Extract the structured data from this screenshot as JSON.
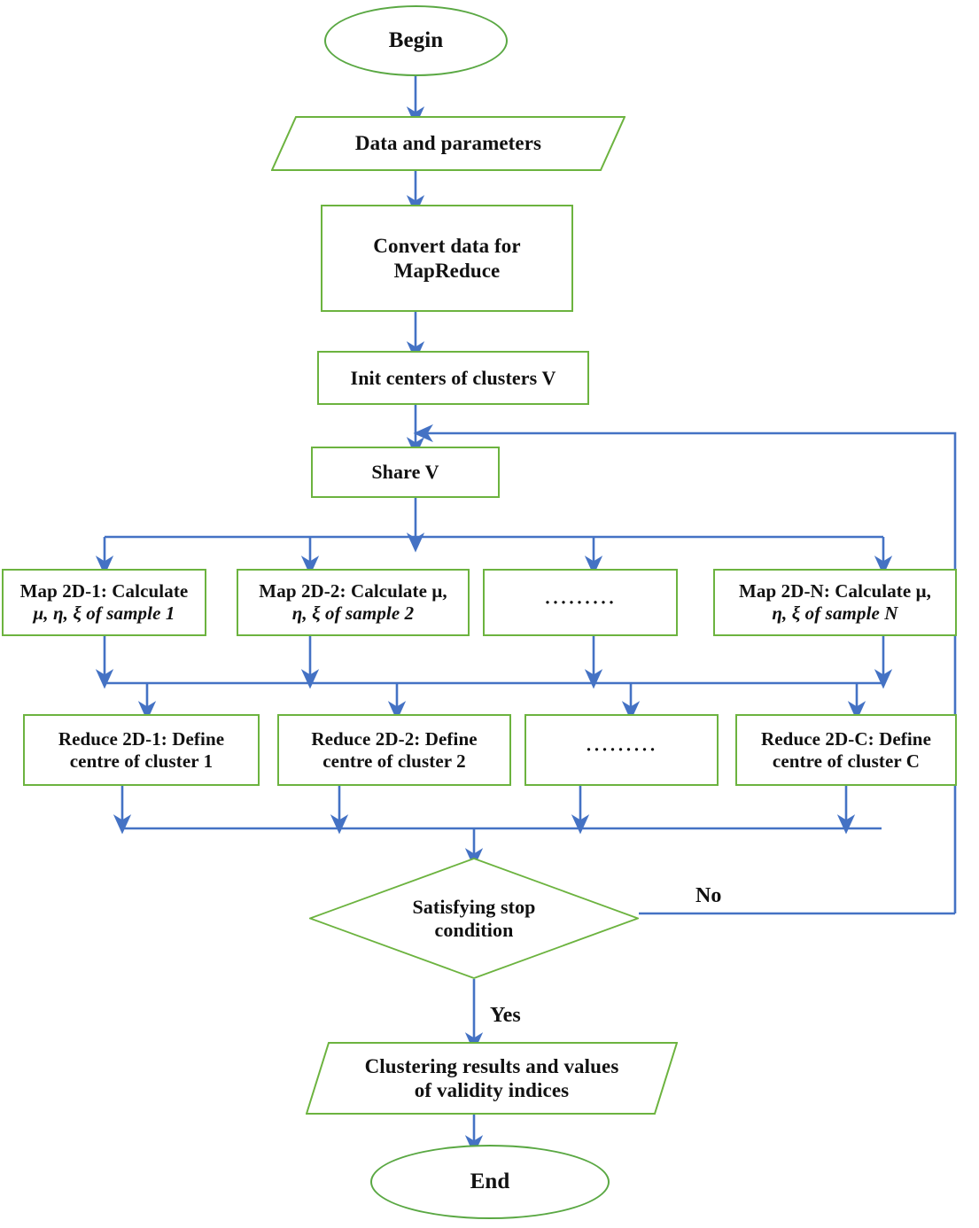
{
  "diagram": {
    "title": "MapReduce-based fuzzy clustering flowchart",
    "colors": {
      "node_border_green": "#6cb33f",
      "connector_blue": "#4472c4",
      "text": "#111111"
    }
  },
  "nodes": {
    "begin": {
      "label": "Begin",
      "shape": "terminator"
    },
    "input": {
      "label": "Data and parameters",
      "shape": "parallelogram"
    },
    "convert": {
      "line1": "Convert data for",
      "line2": "MapReduce",
      "shape": "process"
    },
    "init": {
      "label": "Init centers of clusters V",
      "shape": "process"
    },
    "share": {
      "label": "Share V",
      "shape": "process"
    },
    "map1": {
      "line1": "Map 2D-1: Calculate",
      "line2": "μ, η, ξ of sample 1",
      "shape": "process"
    },
    "map2": {
      "line1": "Map 2D-2: Calculate μ,",
      "line2": "η, ξ of sample 2",
      "shape": "process"
    },
    "map_dots": {
      "label": "·········",
      "shape": "process"
    },
    "mapN": {
      "line1": "Map 2D-N: Calculate μ,",
      "line2": "η, ξ of sample N",
      "shape": "process"
    },
    "red1": {
      "line1": "Reduce 2D-1: Define",
      "line2": "centre of cluster 1",
      "shape": "process"
    },
    "red2": {
      "line1": "Reduce 2D-2: Define",
      "line2": "centre of cluster 2",
      "shape": "process"
    },
    "red_dots": {
      "label": "·········",
      "shape": "process"
    },
    "redC": {
      "line1": "Reduce 2D-C: Define",
      "line2": "centre of cluster C",
      "shape": "process"
    },
    "decision": {
      "line1": "Satisfying stop",
      "line2": "condition",
      "shape": "decision"
    },
    "output": {
      "line1": "Clustering results and values",
      "line2": "of validity indices",
      "shape": "parallelogram"
    },
    "end": {
      "label": "End",
      "shape": "terminator"
    }
  },
  "edge_labels": {
    "no": "No",
    "yes": "Yes"
  }
}
